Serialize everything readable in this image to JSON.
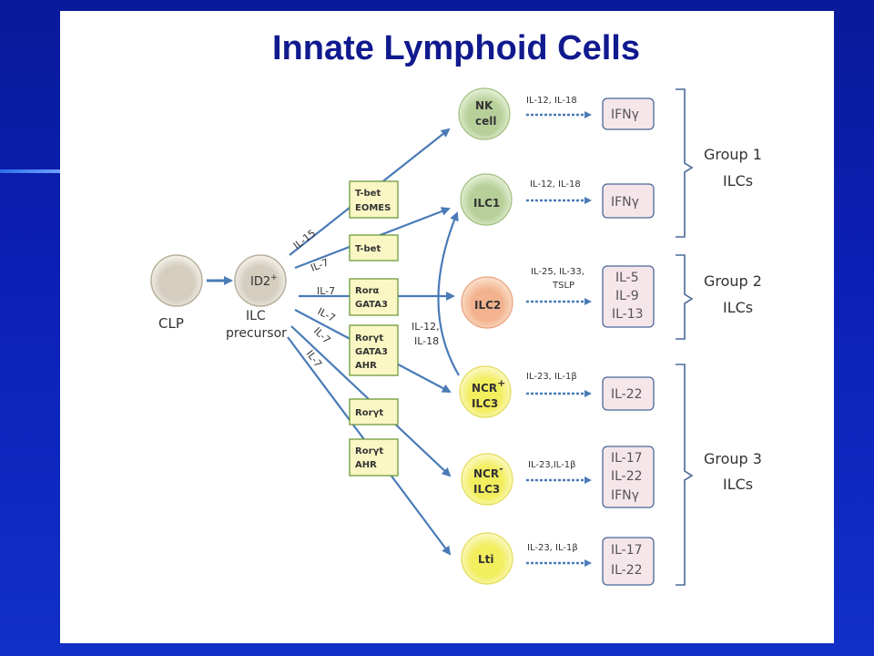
{
  "title": "Innate Lymphoid Cells",
  "colors": {
    "arrow": "#4a7bb7",
    "factor_fill": "#faf7c4",
    "factor_stroke": "#6e9a3c",
    "cytokine_fill": "#f5e6ea",
    "cytokine_stroke": "#4a6898"
  },
  "precursors": {
    "clp": "CLP",
    "ilc_precursor_marker": "ID2",
    "ilc_precursor_marker_sup": "+",
    "ilc_precursor_line1": "ILC",
    "ilc_precursor_line2": "precursor"
  },
  "signals": {
    "il15": "IL-15",
    "il7_a": "IL-7",
    "il7_b": "IL-7",
    "il7_c": "IL-7",
    "il7_d": "IL-7",
    "il7_e": "IL-7",
    "il12_18_line1": "IL-12,",
    "il12_18_line2": "IL-18"
  },
  "factors": [
    {
      "line1": "T-bet",
      "line2": "EOMES"
    },
    {
      "line1": "T-bet",
      "line2": ""
    },
    {
      "line1": "Rorα",
      "line2": "GATA3"
    },
    {
      "line1": "Rorγt",
      "line2": "GATA3",
      "line3": "AHR"
    },
    {
      "line1": "Rorγt",
      "line2": ""
    },
    {
      "line1": "Rorγt",
      "line2": "AHR"
    }
  ],
  "cells": [
    {
      "line1": "NK",
      "line2": "cell",
      "inducers": "IL-12, IL-18",
      "products": [
        "IFNγ"
      ]
    },
    {
      "line1": "ILC1",
      "line2": "",
      "inducers": "IL-12, IL-18",
      "products": [
        "IFNγ"
      ]
    },
    {
      "line1": "ILC2",
      "line2": "",
      "inducers": "IL-25, IL-33,",
      "inducers2": "TSLP",
      "products": [
        "IL-5",
        "IL-9",
        "IL-13"
      ]
    },
    {
      "line1": "NCR",
      "sup": "+",
      "line2": "ILC3",
      "inducers": "IL-23, IL-1β",
      "products": [
        "IL-22"
      ]
    },
    {
      "line1": "NCR",
      "sup": "-",
      "line2": "ILC3",
      "inducers": "IL-23,IL-1β",
      "products": [
        "IL-17",
        "IL-22",
        "IFNγ"
      ]
    },
    {
      "line1": "Lti",
      "line2": "",
      "inducers": "IL-23, IL-1β",
      "products": [
        "IL-17",
        "IL-22"
      ]
    }
  ],
  "groups": [
    {
      "line1": "Group 1",
      "line2": "ILCs"
    },
    {
      "line1": "Group 2",
      "line2": "ILCs"
    },
    {
      "line1": "Group 3",
      "line2": "ILCs"
    }
  ]
}
